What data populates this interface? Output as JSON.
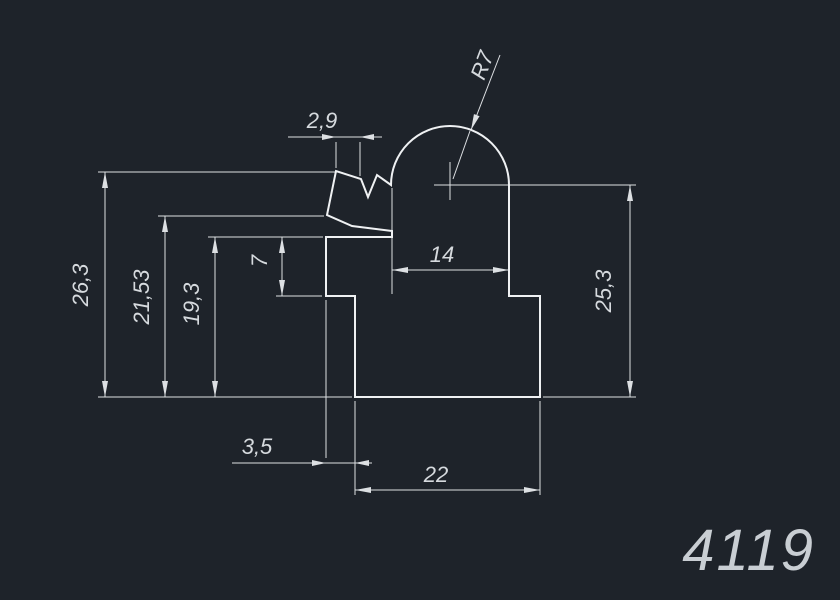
{
  "drawing": {
    "part_number": "4119",
    "dimensions": {
      "top_width": "2,9",
      "radius": "R7",
      "neck_width": "14",
      "height_total": "26,3",
      "height_hook": "21,53",
      "height_step_top": "19,3",
      "step_height": "7",
      "height_right": "25,3",
      "base_offset": "3,5",
      "base_width": "22"
    },
    "colors": {
      "background": "#1e232a",
      "profile_line": "#eff1f3",
      "dimension_line": "#dde0e3",
      "text": "#d6dade"
    }
  }
}
